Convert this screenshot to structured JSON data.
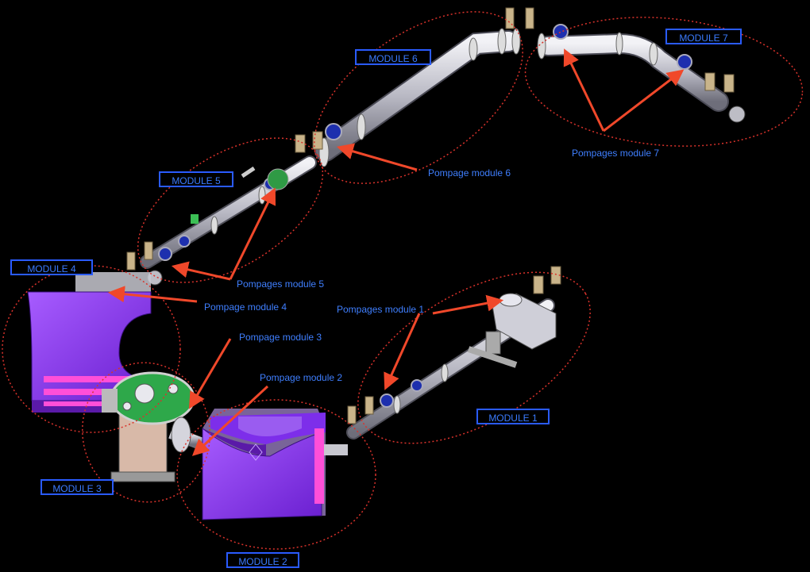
{
  "modules": {
    "m1": "MODULE 1",
    "m2": "MODULE 2",
    "m3": "MODULE 3",
    "m4": "MODULE 4",
    "m5": "MODULE 5",
    "m6": "MODULE 6",
    "m7": "MODULE 7"
  },
  "pumping_labels": {
    "p1": "Pompages module 1",
    "p2": "Pompage module 2",
    "p3": "Pompage module 3",
    "p4": "Pompage module 4",
    "p5": "Pompages module 5",
    "p6": "Pompage module 6",
    "p7": "Pompages module 7"
  },
  "colors": {
    "background": "#000000",
    "label_text": "#3b7bff",
    "label_border": "#2a5bff",
    "ellipse": "#d9322b",
    "arrow": "#f0482a",
    "magnet": "#8a2be2",
    "pipe": "#c8c8d2",
    "green_part": "#2ea84a"
  }
}
